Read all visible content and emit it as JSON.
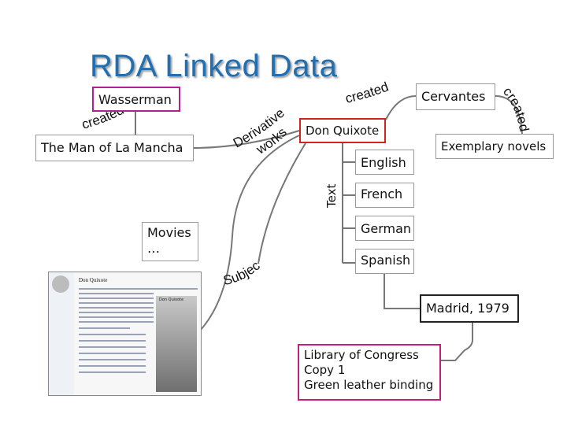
{
  "title": "RDA Linked Data",
  "nodes": {
    "wasserman": "Wasserman",
    "man_of_la_mancha": "The Man of La Mancha",
    "don_quixote": "Don Quixote",
    "cervantes": "Cervantes",
    "exemplary_novels": "Exemplary novels",
    "english": "English",
    "french": "French",
    "german": "German",
    "spanish": "Spanish",
    "movies": [
      "Movies",
      "…"
    ],
    "madrid": "Madrid, 1979",
    "library_of_congress": [
      "Library of Congress",
      "Copy 1",
      "Green leather binding"
    ]
  },
  "edge_labels": {
    "created_left": "created",
    "created_top": "created",
    "created_right": "created",
    "derivative": "Derivative",
    "works": "works",
    "text": "Text",
    "subject": "Subject"
  },
  "embedded_screenshot": {
    "heading": "Don Quixote",
    "image_caption": "Don Quixote"
  },
  "colors": {
    "title": "#1f6fb2",
    "wasserman_border": "#b0208f",
    "don_quixote_border": "#d0241c",
    "library_border": "#c11f7a",
    "madrid_border": "#222222"
  }
}
